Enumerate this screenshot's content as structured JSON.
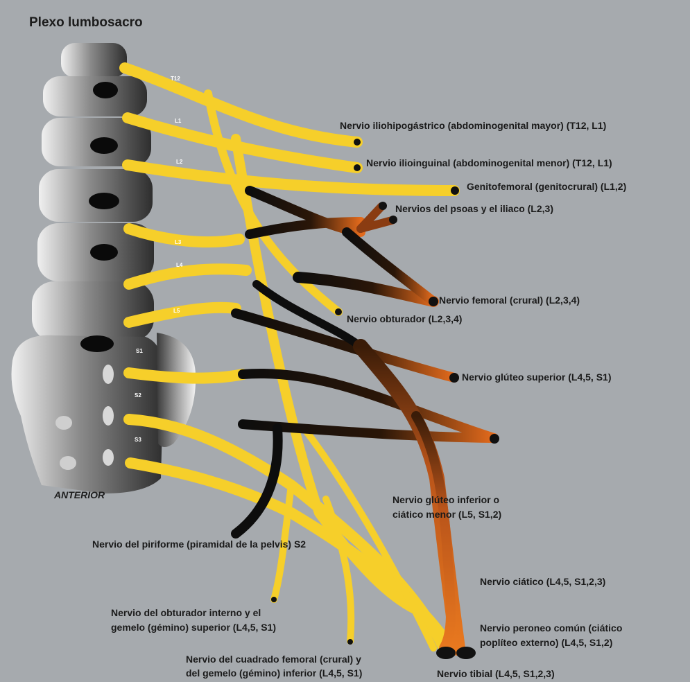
{
  "title": "Plexo lumbosacro",
  "orientation_label": "ANTERIOR",
  "root_levels": [
    "T12",
    "L1",
    "L2",
    "L3",
    "L4",
    "L5",
    "S1",
    "S2",
    "S3"
  ],
  "colors": {
    "background": "#a6aaae",
    "nerve_yellow": "#f6cf2a",
    "nerve_black": "#111111",
    "nerve_orange": "#e2711f",
    "bone_light": "#e2e2e2",
    "bone_dark": "#444444"
  },
  "labels": {
    "iliohipogastrico": "Nervio iliohipogástrico (abdominogenital mayor) (T12, L1)",
    "ilioinguinal": "Nervio ilioinguinal (abdominogenital menor) (T12, L1)",
    "genitofemoral": "Genitofemoral (genitocrural) (L1,2)",
    "psoas_iliaco": "Nervios del psoas y el iliaco (L2,3)",
    "femoral": "Nervio femoral (crural) (L2,3,4)",
    "obturador": "Nervio obturador (L2,3,4)",
    "gluteo_superior": "Nervio glúteo superior (L4,5, S1)",
    "gluteo_inferior_1": "Nervio glúteo inferior o",
    "gluteo_inferior_2": "ciático menor (L5, S1,2)",
    "piriforme": "Nervio del piriforme (piramidal de la pelvis) S2",
    "ciatico": "Nervio ciático (L4,5, S1,2,3)",
    "obturador_interno_1": "Nervio del obturador interno y el",
    "obturador_interno_2": "gemelo (gémino) superior (L4,5, S1)",
    "peroneo_1": "Nervio peroneo común (ciático",
    "peroneo_2": "poplíteo externo) (L4,5, S1,2)",
    "cuadrado_1": "Nervio del cuadrado femoral (crural) y",
    "cuadrado_2": "del gemelo (gémino) inferior (L4,5, S1)",
    "tibial": "Nervio tibial (L4,5, S1,2,3)"
  }
}
